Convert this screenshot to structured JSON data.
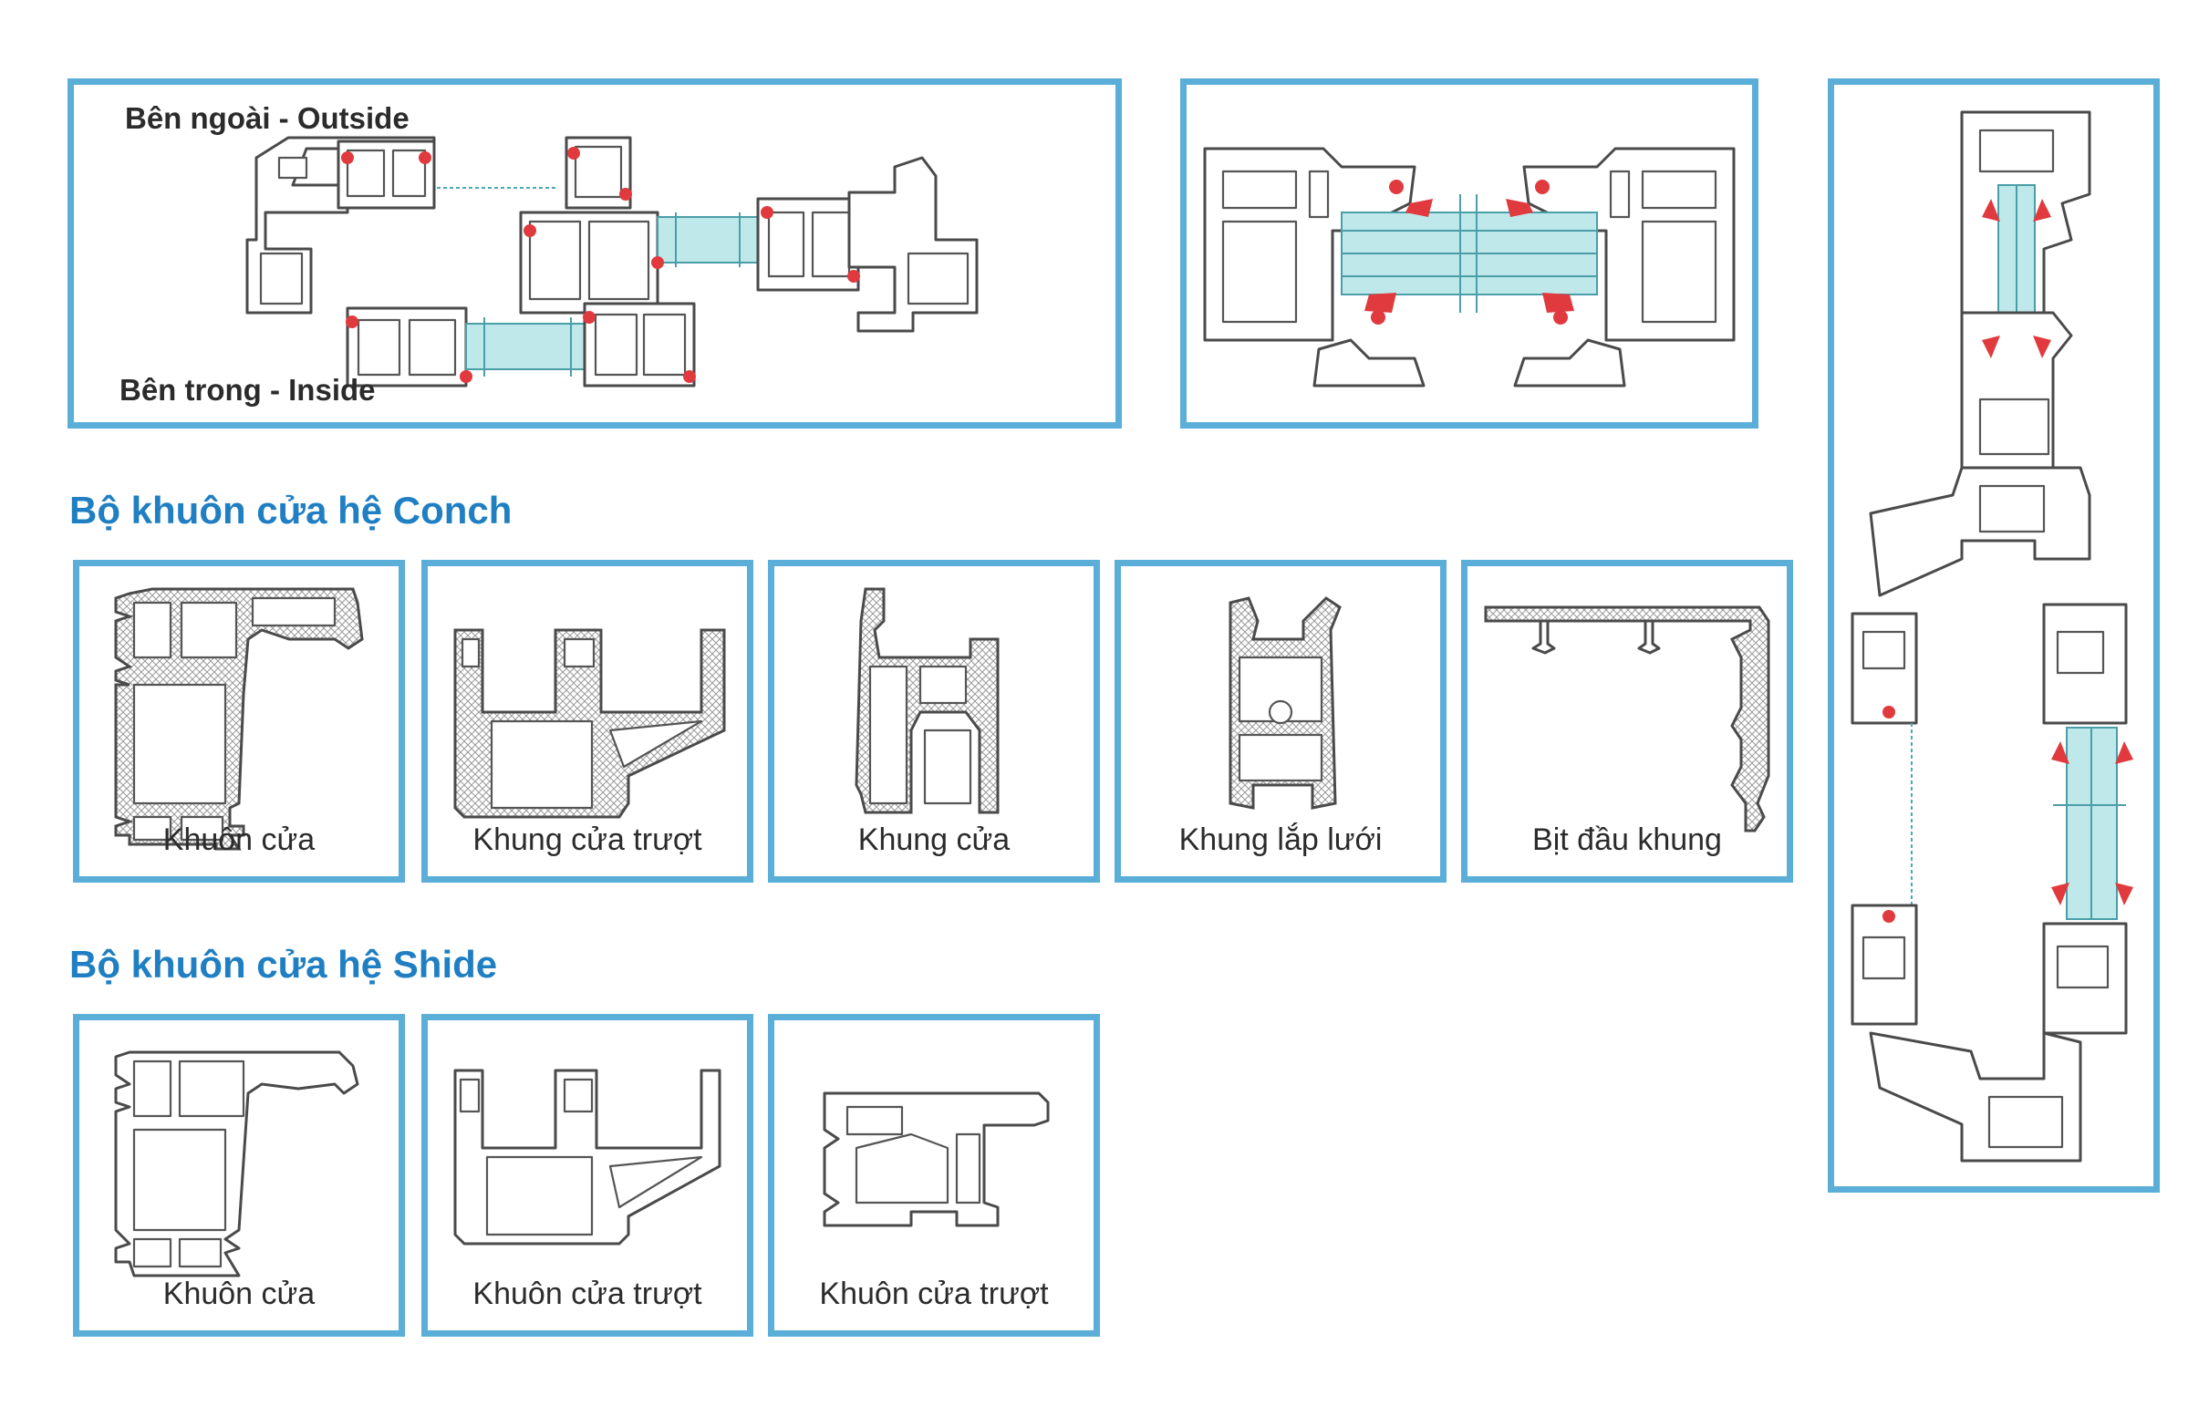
{
  "notes": {
    "outside": "Bên ngoài - Outside",
    "inside": "Bên trong - Inside"
  },
  "sections": {
    "conch": {
      "heading": "Bộ khuôn cửa hệ Conch",
      "profiles": [
        {
          "label": "Khuôn cửa"
        },
        {
          "label": "Khung cửa trượt"
        },
        {
          "label": "Khung cửa"
        },
        {
          "label": "Khung lắp lưới"
        },
        {
          "label": "Bịt đầu khung"
        }
      ]
    },
    "shide": {
      "heading": "Bộ khuôn cửa hệ Shide",
      "profiles": [
        {
          "label": "Khuôn cửa"
        },
        {
          "label": "Khuôn cửa trượt"
        },
        {
          "label": "Khuôn cửa trượt"
        }
      ]
    }
  },
  "colors": {
    "frame_border": "#5aaed8",
    "heading": "#1f7fc2",
    "gasket": "#e03a3e",
    "glass": "#bfe8ea"
  }
}
